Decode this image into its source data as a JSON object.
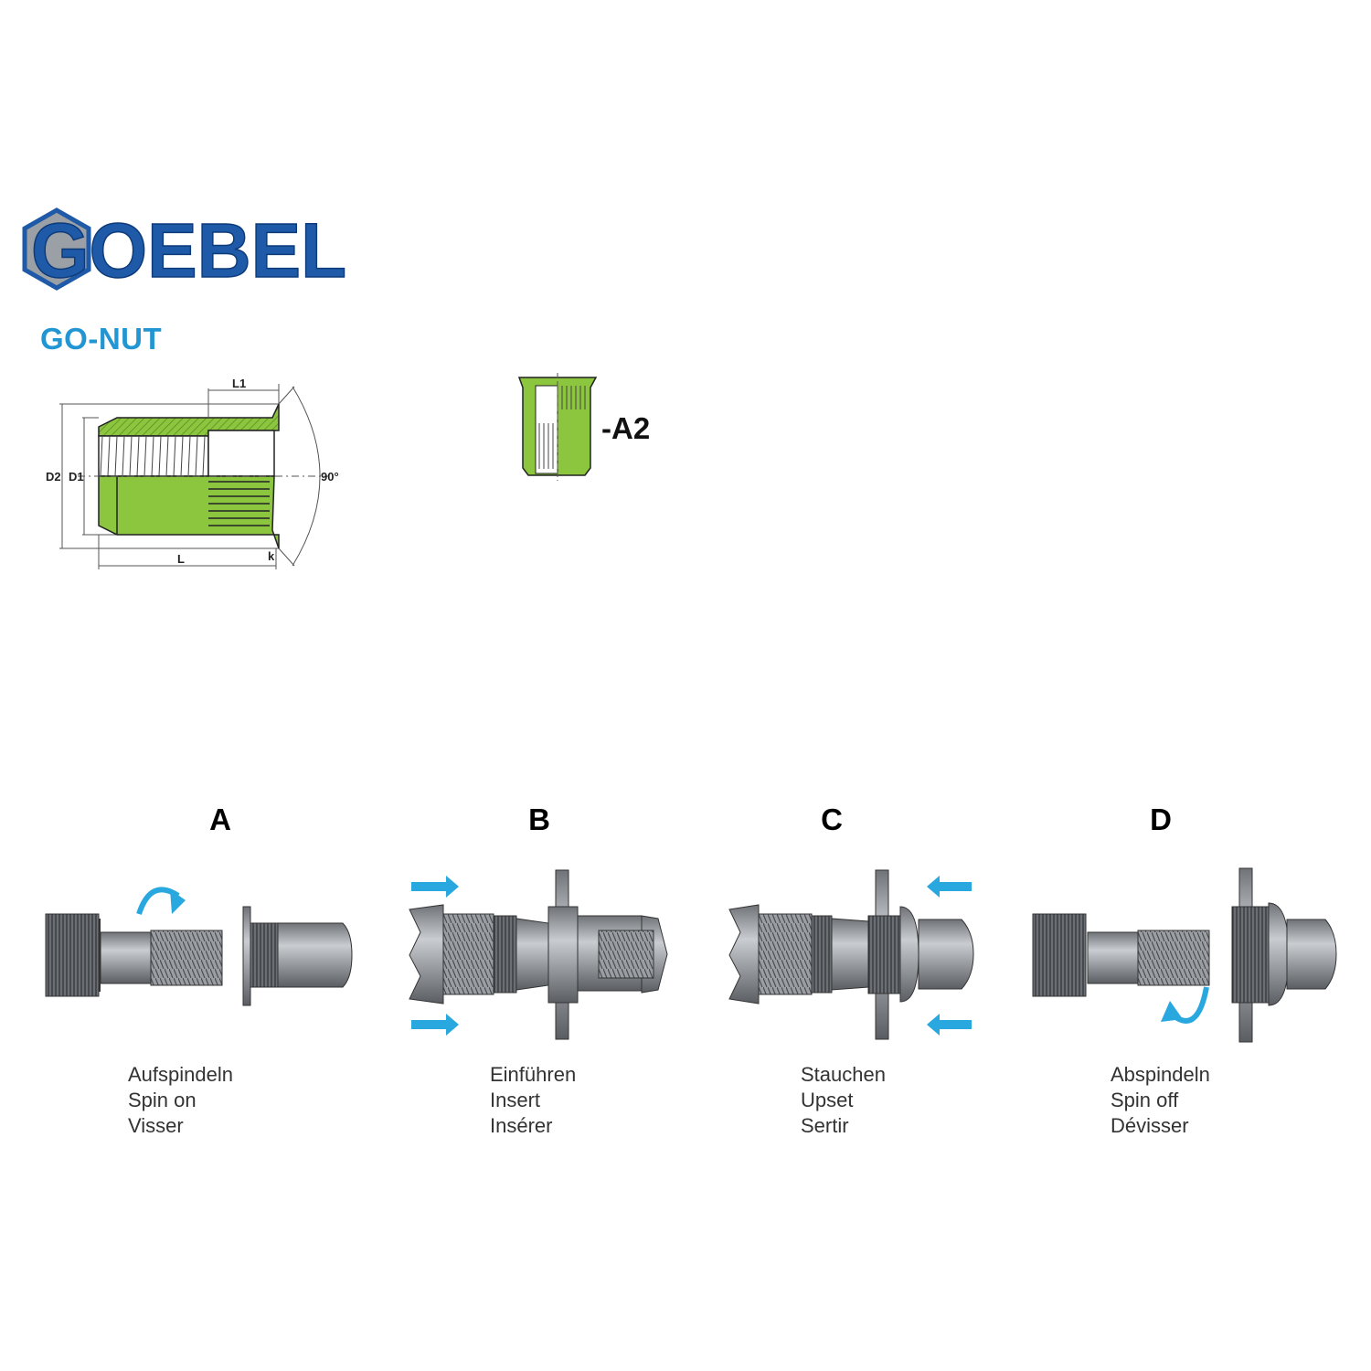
{
  "brand": {
    "logo_text": "GOEBEL"
  },
  "product": {
    "name": "GO-NUT",
    "variant": "-A2"
  },
  "dimensions": {
    "l1": "L1",
    "l": "L",
    "d1": "D1",
    "d2": "D2",
    "k": "k",
    "angle": "90°"
  },
  "steps": [
    {
      "letter": "A",
      "lines": [
        "Aufspindeln",
        "Spin on",
        "Visser"
      ]
    },
    {
      "letter": "B",
      "lines": [
        "Einführen",
        "Insert",
        "Insérer"
      ]
    },
    {
      "letter": "C",
      "lines": [
        "Stauchen",
        "Upset",
        "Sertir"
      ]
    },
    {
      "letter": "D",
      "lines": [
        "Abspindeln",
        "Spin off",
        "Dévisser"
      ]
    }
  ],
  "colors": {
    "brand_blue": "#1e5aa8",
    "accent_blue": "#2196d3",
    "nut_green": "#8cc63f",
    "arrow_blue": "#29a8e0"
  },
  "icons": {
    "rotation": "curved-arrow-icon",
    "insert": "right-arrow-icon",
    "upset": "left-arrow-icon"
  }
}
